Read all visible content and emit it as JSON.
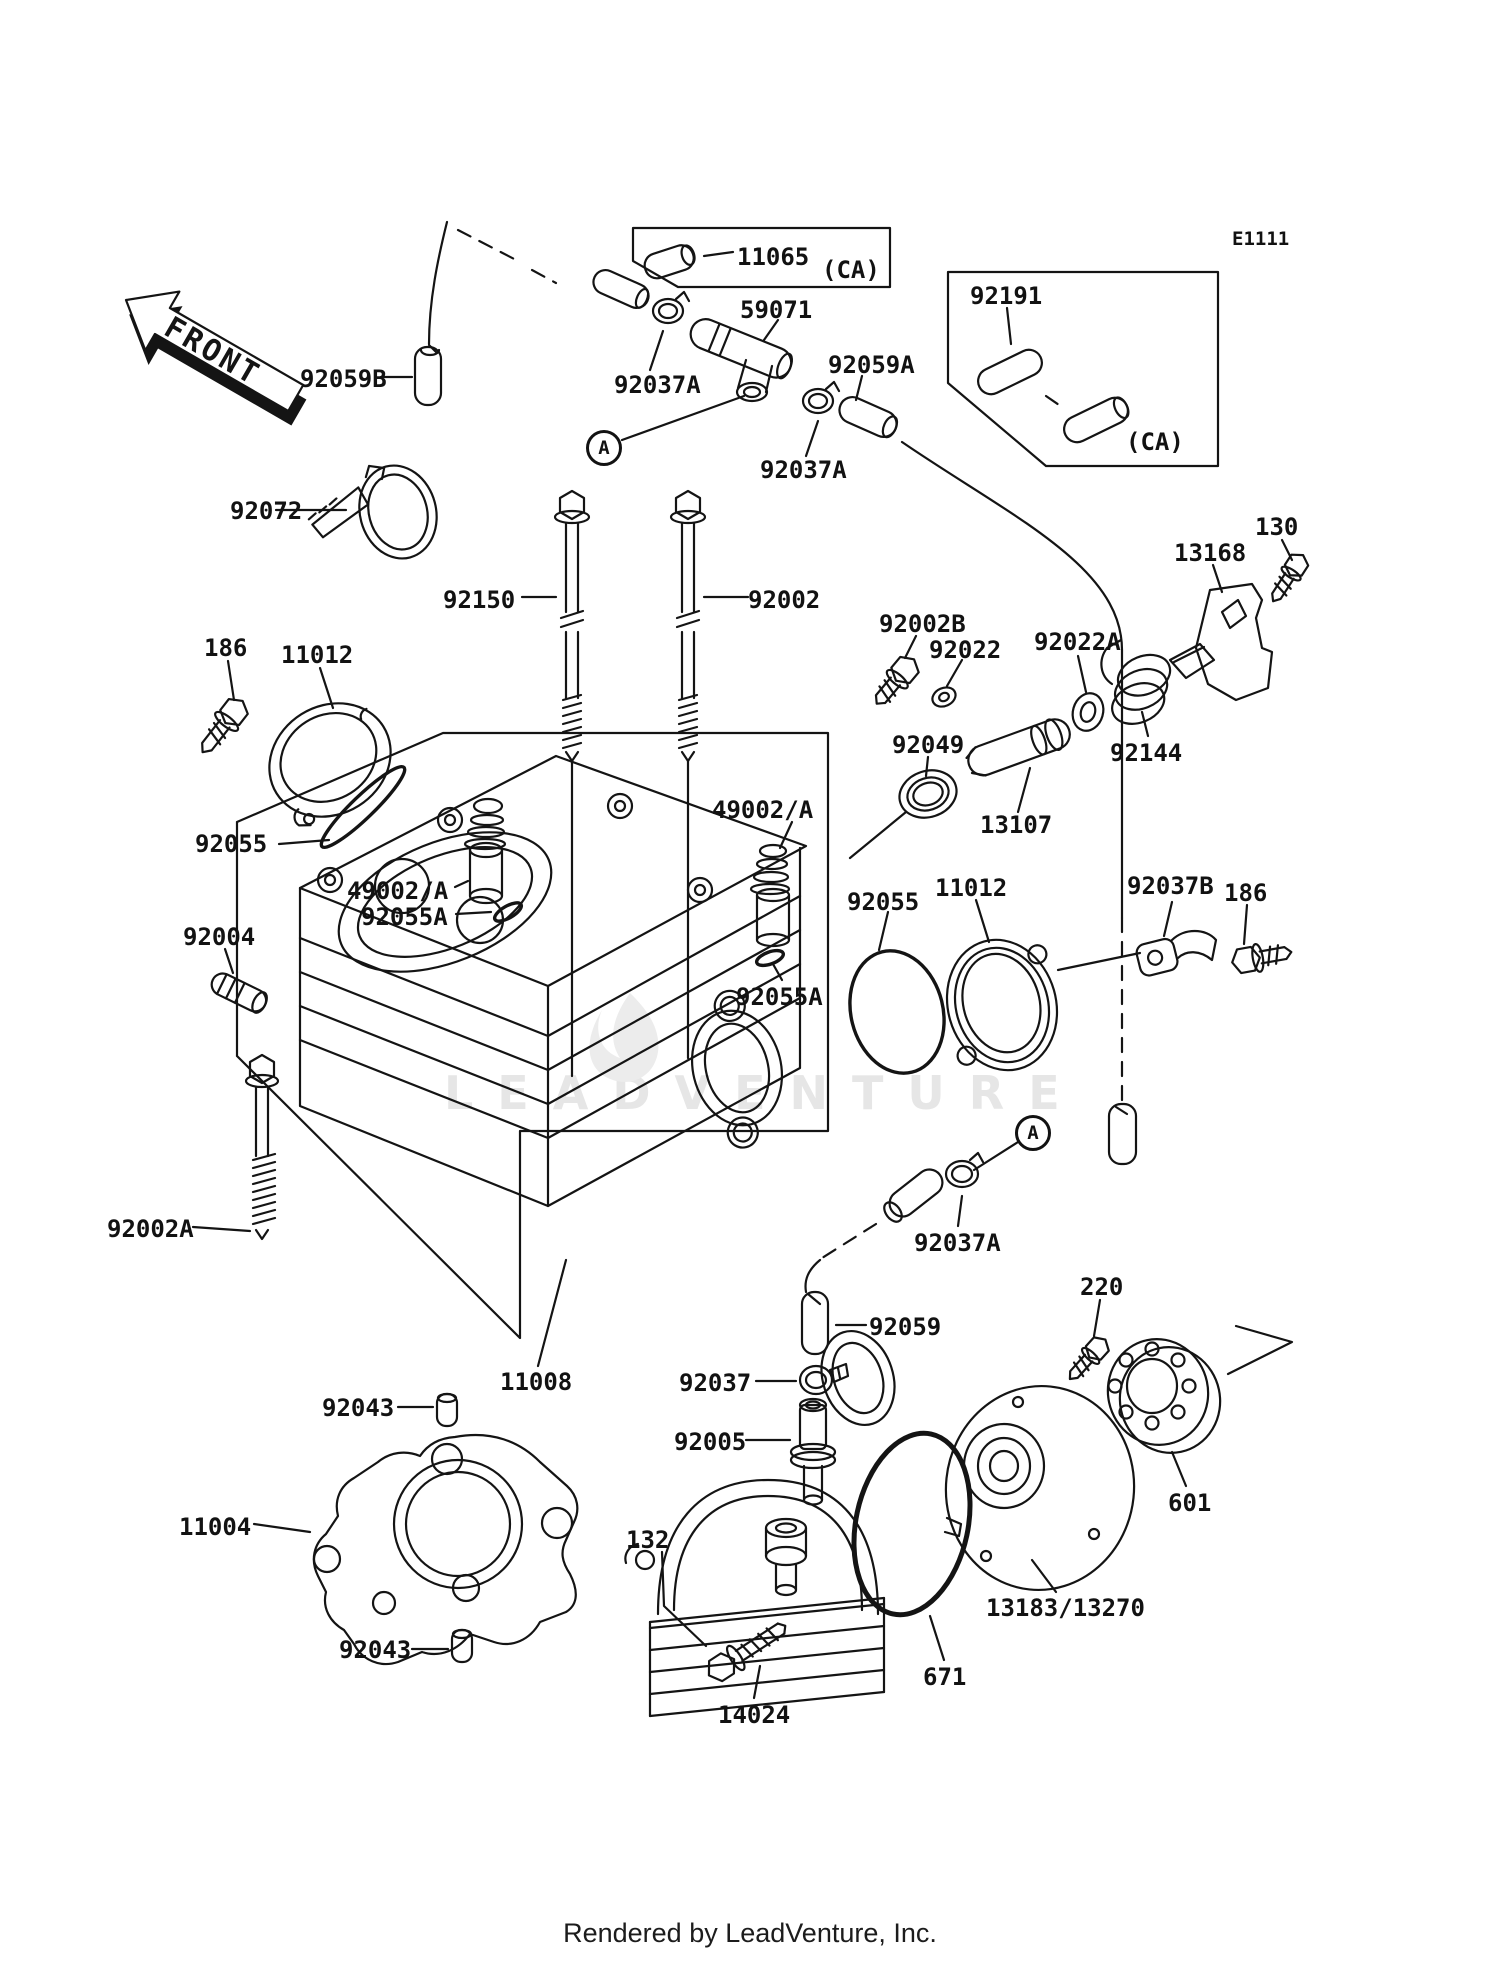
{
  "meta": {
    "diagram_code": "E1111",
    "footer_credit": "Rendered by LeadVenture, Inc.",
    "watermark": "LEADVENTURE"
  },
  "front_arrow": {
    "label": "FRONT"
  },
  "ref_circles": [
    {
      "id": "ref-a-top",
      "text": "A"
    },
    {
      "id": "ref-a-bottom",
      "text": "A"
    }
  ],
  "callouts": [
    {
      "id": "92059B",
      "text": "92059B"
    },
    {
      "id": "11065",
      "text": "11065"
    },
    {
      "id": "CA-1",
      "text": "(CA)"
    },
    {
      "id": "59071",
      "text": "59071"
    },
    {
      "id": "92037A-1",
      "text": "92037A"
    },
    {
      "id": "92059A",
      "text": "92059A"
    },
    {
      "id": "92037A-2",
      "text": "92037A"
    },
    {
      "id": "92191",
      "text": "92191"
    },
    {
      "id": "CA-2",
      "text": "(CA)"
    },
    {
      "id": "92072",
      "text": "92072"
    },
    {
      "id": "92150",
      "text": "92150"
    },
    {
      "id": "92002",
      "text": "92002"
    },
    {
      "id": "186-left",
      "text": "186"
    },
    {
      "id": "11012-left",
      "text": "11012"
    },
    {
      "id": "92055-left",
      "text": "92055"
    },
    {
      "id": "49002A-left",
      "text": "49002/A"
    },
    {
      "id": "92055A-left",
      "text": "92055A"
    },
    {
      "id": "92004",
      "text": "92004"
    },
    {
      "id": "92002B",
      "text": "92002B"
    },
    {
      "id": "92022",
      "text": "92022"
    },
    {
      "id": "92022A",
      "text": "92022A"
    },
    {
      "id": "92049",
      "text": "92049"
    },
    {
      "id": "13107",
      "text": "13107"
    },
    {
      "id": "92144",
      "text": "92144"
    },
    {
      "id": "13168",
      "text": "13168"
    },
    {
      "id": "130",
      "text": "130"
    },
    {
      "id": "49002A-center",
      "text": "49002/A"
    },
    {
      "id": "92055A-center",
      "text": "92055A"
    },
    {
      "id": "92055-right",
      "text": "92055"
    },
    {
      "id": "11012-right",
      "text": "11012"
    },
    {
      "id": "92037B",
      "text": "92037B"
    },
    {
      "id": "186-right",
      "text": "186"
    },
    {
      "id": "92002A",
      "text": "92002A"
    },
    {
      "id": "92037A-3",
      "text": "92037A"
    },
    {
      "id": "92059",
      "text": "92059"
    },
    {
      "id": "92037",
      "text": "92037"
    },
    {
      "id": "92005",
      "text": "92005"
    },
    {
      "id": "11008",
      "text": "11008"
    },
    {
      "id": "92043-top",
      "text": "92043"
    },
    {
      "id": "11004",
      "text": "11004"
    },
    {
      "id": "92043-bottom",
      "text": "92043"
    },
    {
      "id": "132",
      "text": "132"
    },
    {
      "id": "14024",
      "text": "14024"
    },
    {
      "id": "671",
      "text": "671"
    },
    {
      "id": "13183-13270",
      "text": "13183/13270"
    },
    {
      "id": "601",
      "text": "601"
    },
    {
      "id": "220",
      "text": "220"
    }
  ]
}
